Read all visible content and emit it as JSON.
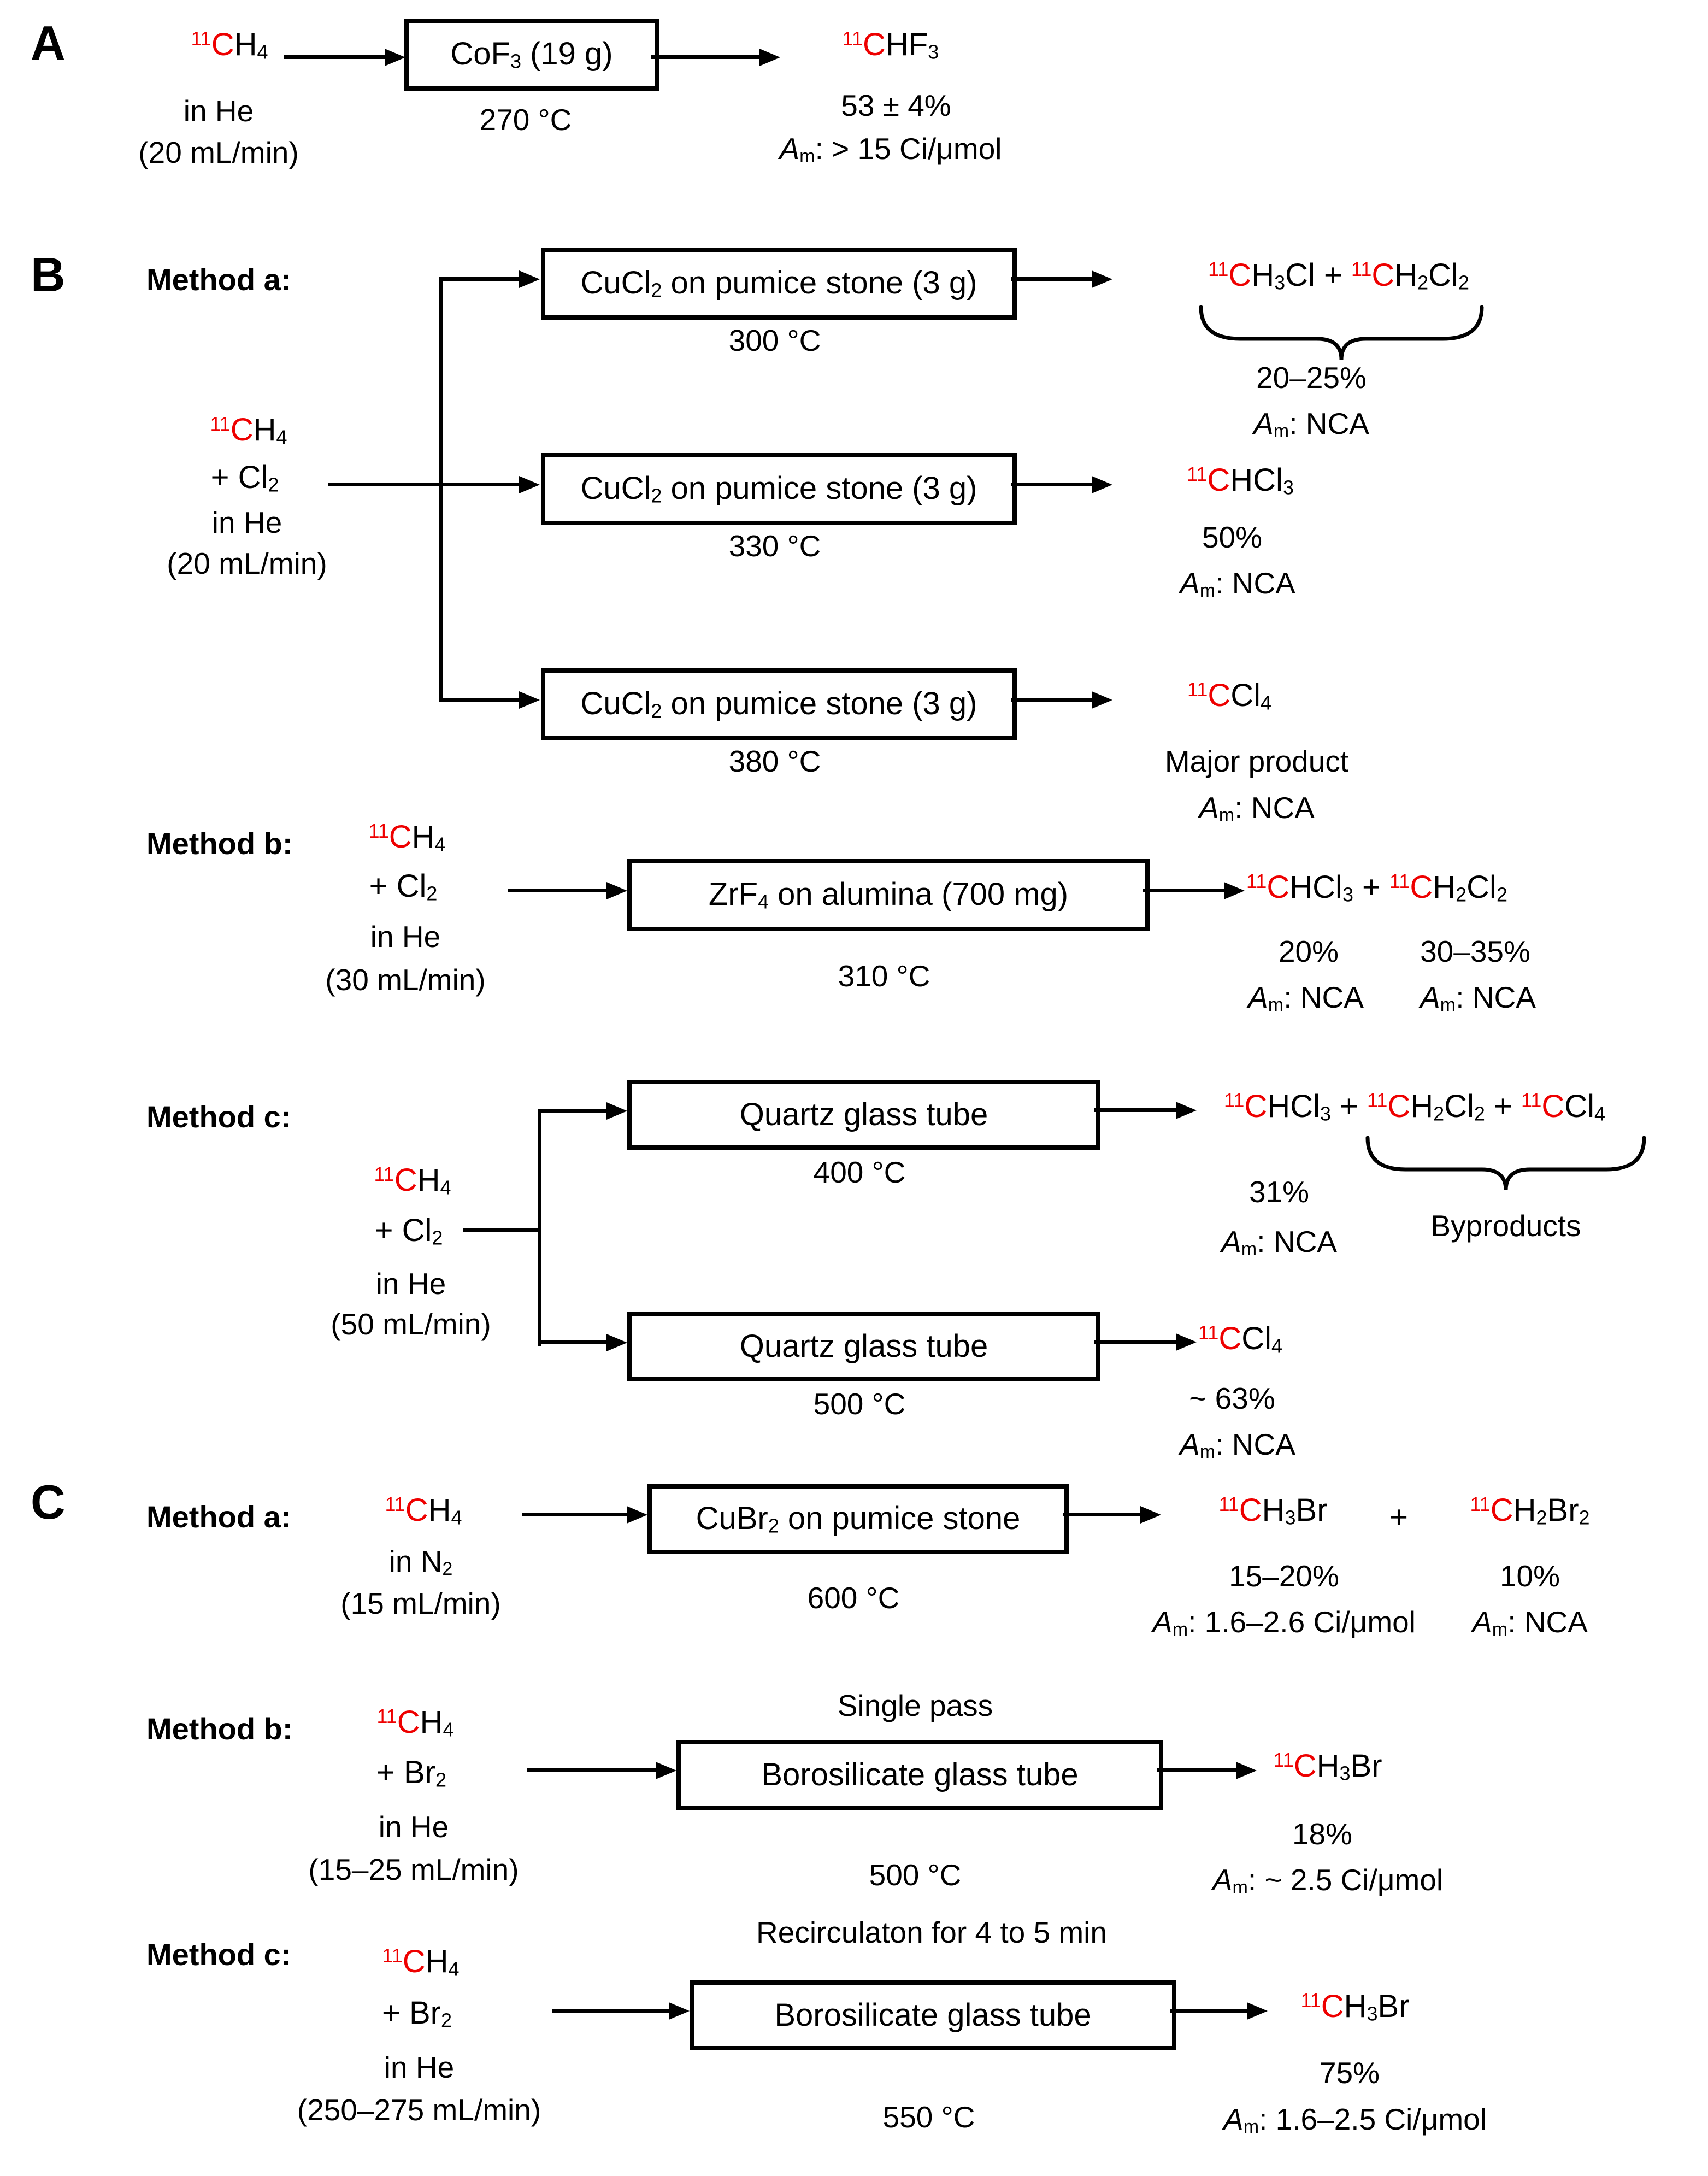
{
  "colors": {
    "isotope_red": "#ee0000",
    "text": "#000000",
    "background": "#ffffff"
  },
  "formulas": {
    "ch4": [
      {
        "t": "11",
        "sup": 1,
        "red": 1
      },
      {
        "t": "C",
        "red": 1
      },
      {
        "t": "H"
      },
      {
        "t": "4",
        "sub": 1
      }
    ],
    "chf3": [
      {
        "t": "11",
        "sup": 1,
        "red": 1
      },
      {
        "t": "C",
        "red": 1
      },
      {
        "t": "HF"
      },
      {
        "t": "3",
        "sub": 1
      }
    ],
    "plus_cl2": [
      {
        "t": "+ Cl"
      },
      {
        "t": "2",
        "sub": 1
      }
    ],
    "plus_br2": [
      {
        "t": "+ Br"
      },
      {
        "t": "2",
        "sub": 1
      }
    ],
    "in_n2": [
      {
        "t": "in N"
      },
      {
        "t": "2",
        "sub": 1
      }
    ],
    "box_cof3": [
      {
        "t": "CoF"
      },
      {
        "t": "3",
        "sub": 1
      },
      {
        "t": " (19 g)"
      }
    ],
    "box_cucl2": [
      {
        "t": "CuCl"
      },
      {
        "t": "2",
        "sub": 1
      },
      {
        "t": " on pumice stone (3 g)"
      }
    ],
    "box_zrf4": [
      {
        "t": "ZrF"
      },
      {
        "t": "4",
        "sub": 1
      },
      {
        "t": " on alumina (700 mg)"
      }
    ],
    "box_quartz": [
      {
        "t": "Quartz glass tube"
      }
    ],
    "box_cubr2": [
      {
        "t": "CuBr"
      },
      {
        "t": "2",
        "sub": 1
      },
      {
        "t": " on pumice stone"
      }
    ],
    "box_boro": [
      {
        "t": "Borosilicate glass tube"
      }
    ],
    "ch3cl_plus_ch2cl2": [
      {
        "t": "11",
        "sup": 1,
        "red": 1
      },
      {
        "t": "C",
        "red": 1
      },
      {
        "t": "H"
      },
      {
        "t": "3",
        "sub": 1
      },
      {
        "t": "Cl + "
      },
      {
        "t": "11",
        "sup": 1,
        "red": 1
      },
      {
        "t": "C",
        "red": 1
      },
      {
        "t": "H"
      },
      {
        "t": "2",
        "sub": 1
      },
      {
        "t": "Cl"
      },
      {
        "t": "2",
        "sub": 1
      }
    ],
    "chcl3": [
      {
        "t": "11",
        "sup": 1,
        "red": 1
      },
      {
        "t": "C",
        "red": 1
      },
      {
        "t": "HCl"
      },
      {
        "t": "3",
        "sub": 1
      }
    ],
    "ccl4": [
      {
        "t": "11",
        "sup": 1,
        "red": 1
      },
      {
        "t": "C",
        "red": 1
      },
      {
        "t": "Cl"
      },
      {
        "t": "4",
        "sub": 1
      }
    ],
    "chcl3_plus_ch2cl2": [
      {
        "t": "11",
        "sup": 1,
        "red": 1
      },
      {
        "t": "C",
        "red": 1
      },
      {
        "t": "HCl"
      },
      {
        "t": "3",
        "sub": 1
      },
      {
        "t": " + "
      },
      {
        "t": "11",
        "sup": 1,
        "red": 1
      },
      {
        "t": "C",
        "red": 1
      },
      {
        "t": "H"
      },
      {
        "t": "2",
        "sub": 1
      },
      {
        "t": "Cl"
      },
      {
        "t": "2",
        "sub": 1
      }
    ],
    "chcl3_plus_ch2cl2_plus_ccl4": [
      {
        "t": "11",
        "sup": 1,
        "red": 1
      },
      {
        "t": "C",
        "red": 1
      },
      {
        "t": "HCl"
      },
      {
        "t": "3",
        "sub": 1
      },
      {
        "t": " + "
      },
      {
        "t": "11",
        "sup": 1,
        "red": 1
      },
      {
        "t": "C",
        "red": 1
      },
      {
        "t": "H"
      },
      {
        "t": "2",
        "sub": 1
      },
      {
        "t": "Cl"
      },
      {
        "t": "2",
        "sub": 1
      },
      {
        "t": " + "
      },
      {
        "t": "11",
        "sup": 1,
        "red": 1
      },
      {
        "t": "C",
        "red": 1
      },
      {
        "t": "Cl"
      },
      {
        "t": "4",
        "sub": 1
      }
    ],
    "ch3br": [
      {
        "t": "11",
        "sup": 1,
        "red": 1
      },
      {
        "t": "C",
        "red": 1
      },
      {
        "t": "H"
      },
      {
        "t": "3",
        "sub": 1
      },
      {
        "t": "Br"
      }
    ],
    "ch2br2": [
      {
        "t": "11",
        "sup": 1,
        "red": 1
      },
      {
        "t": "C",
        "red": 1
      },
      {
        "t": "H"
      },
      {
        "t": "2",
        "sub": 1
      },
      {
        "t": "Br"
      },
      {
        "t": "2",
        "sub": 1
      }
    ],
    "am_nca": [
      {
        "t": "A",
        "i": 1
      },
      {
        "t": "m",
        "sub": 1
      },
      {
        "t": ": NCA"
      }
    ],
    "am_gt15": [
      {
        "t": "A",
        "i": 1
      },
      {
        "t": "m",
        "sub": 1
      },
      {
        "t": ": > 15 Ci/μmol"
      }
    ],
    "am_16_26": [
      {
        "t": "A",
        "i": 1
      },
      {
        "t": "m",
        "sub": 1
      },
      {
        "t": ": 1.6–2.6 Ci/μmol"
      }
    ],
    "am_tilde_25": [
      {
        "t": "A",
        "i": 1
      },
      {
        "t": "m",
        "sub": 1
      },
      {
        "t": ": ~ 2.5 Ci/μmol"
      }
    ],
    "am_16_25": [
      {
        "t": "A",
        "i": 1
      },
      {
        "t": "m",
        "sub": 1
      },
      {
        "t": ": 1.6–2.5 Ci/μmol"
      }
    ]
  },
  "sections": {
    "a": {
      "label": "A",
      "reactant": {
        "carrier": "in He",
        "flow": "(20 mL/min)"
      },
      "reactor": {
        "temp": "270 °C"
      },
      "product": {
        "yield": "53 ± 4%"
      }
    },
    "b": {
      "label": "B",
      "method_a": {
        "label": "Method a:",
        "reactant": {
          "carrier": "in He",
          "flow": "(20 mL/min)"
        },
        "branch1": {
          "temp": "300 °C",
          "yield": "20–25%"
        },
        "branch2": {
          "temp": "330 °C",
          "yield": "50%"
        },
        "branch3": {
          "temp": "380 °C",
          "yield": "Major product"
        }
      },
      "method_b": {
        "label": "Method b:",
        "reactant": {
          "carrier": "in He",
          "flow": "(30 mL/min)"
        },
        "reactor": {
          "temp": "310 °C"
        },
        "product1": {
          "yield": "20%"
        },
        "product2": {
          "yield": "30–35%"
        }
      },
      "method_c": {
        "label": "Method c:",
        "reactant": {
          "carrier": "in He",
          "flow": "(50 mL/min)"
        },
        "branch1": {
          "temp": "400 °C",
          "yield": "31%",
          "byproducts_label": "Byproducts"
        },
        "branch2": {
          "temp": "500 °C",
          "yield": "~ 63%"
        }
      }
    },
    "c": {
      "label": "C",
      "method_a": {
        "label": "Method a:",
        "reactant": {
          "flow": "(15 mL/min)"
        },
        "reactor": {
          "temp": "600 °C"
        },
        "plus": "+",
        "product1": {
          "yield": "15–20%"
        },
        "product2": {
          "yield": "10%"
        }
      },
      "method_b": {
        "label": "Method b:",
        "note": "Single pass",
        "reactant": {
          "carrier": "in He",
          "flow": "(15–25 mL/min)"
        },
        "reactor": {
          "temp": "500 °C"
        },
        "product": {
          "yield": "18%"
        }
      },
      "method_c": {
        "label": "Method c:",
        "note": "Recirculaton for 4 to 5 min",
        "reactant": {
          "carrier": "in He",
          "flow": "(250–275 mL/min)"
        },
        "reactor": {
          "temp": "550 °C"
        },
        "product": {
          "yield": "75%"
        }
      }
    }
  }
}
